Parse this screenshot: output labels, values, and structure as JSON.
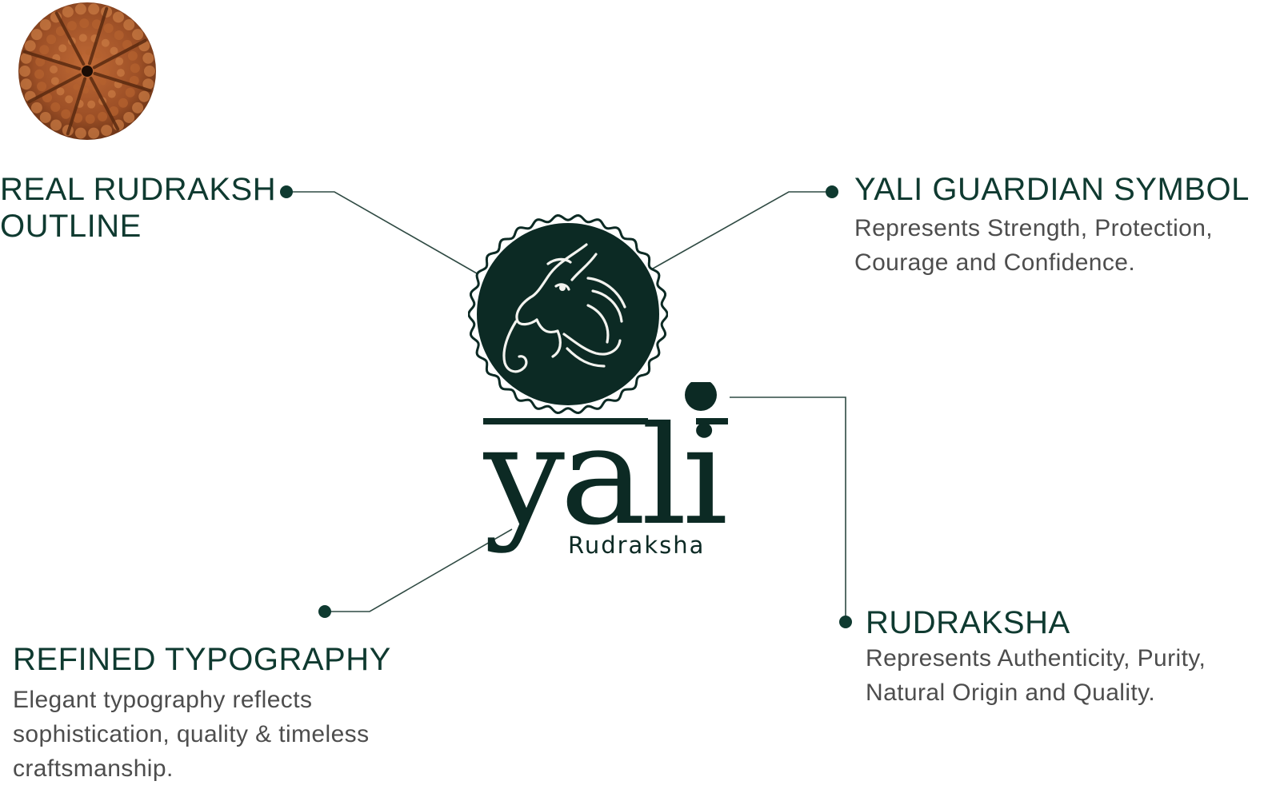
{
  "callouts": {
    "outline": {
      "title_line1": "REAL RUDRAKSH",
      "title_line2": "OUTLINE"
    },
    "guardian": {
      "title": "YALI GUARDIAN SYMBOL",
      "desc_line1": "Represents Strength, Protection,",
      "desc_line2": "Courage and Confidence."
    },
    "rudraksha": {
      "title": "RUDRAKSHA",
      "desc_line1": "Represents Authenticity, Purity,",
      "desc_line2": "Natural Origin and Quality."
    },
    "typography": {
      "title": "REFINED TYPOGRAPHY",
      "desc_line1": "Elegant typography reflects",
      "desc_line2": "sophistication, quality & timeless",
      "desc_line3": "craftsmanship."
    }
  },
  "logo": {
    "wordmark": "yali",
    "subtitle": "Rudraksha"
  },
  "colors": {
    "brand_green": "#0f3a30",
    "emblem_fill": "#0c2a24",
    "bead_brown": "#a3542a",
    "text_gray": "#4d4d4d"
  },
  "icons": {
    "bead": "rudraksha-bead-icon",
    "emblem": "yali-guardian-emblem-icon"
  }
}
